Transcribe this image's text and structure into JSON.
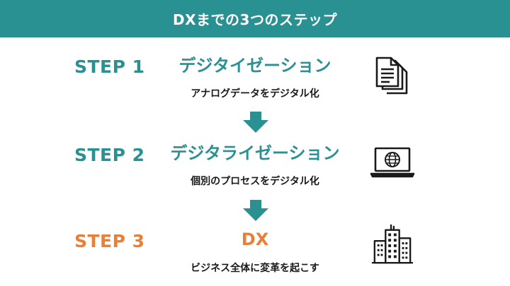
{
  "header": {
    "title": "DXまでの3つのステップ"
  },
  "colors": {
    "teal": "#2a9193",
    "orange": "#e8803a",
    "dark": "#1a1a1a"
  },
  "steps": [
    {
      "label": "STEP 1",
      "label_color": "#2a9193",
      "title": "デジタイゼーション",
      "title_color": "#2a9193",
      "description": "アナログデータをデジタル化",
      "icon": "documents-icon"
    },
    {
      "label": "STEP 2",
      "label_color": "#2a9193",
      "title": "デジタライゼーション",
      "title_color": "#2a9193",
      "description": "個別のプロセスをデジタル化",
      "icon": "laptop-globe-icon"
    },
    {
      "label": "STEP 3",
      "label_color": "#e8803a",
      "title": "DX",
      "title_color": "#e8803a",
      "description": "ビジネス全体に変革を起こす",
      "icon": "buildings-icon"
    }
  ]
}
